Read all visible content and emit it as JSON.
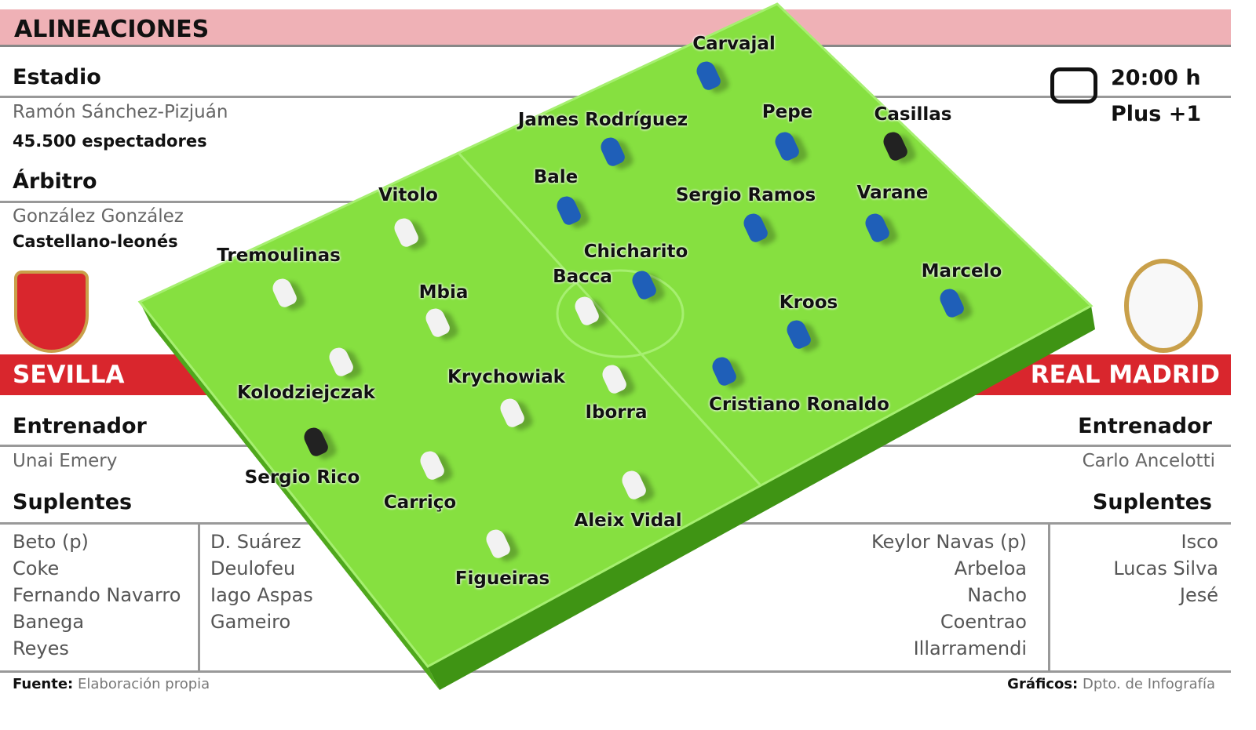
{
  "title": "ALINEACIONES",
  "stadium": {
    "label": "Estadio",
    "name": "Ramón Sánchez-Pizjuán",
    "capacity": "45.500 espectadores"
  },
  "referee": {
    "label": "Árbitro",
    "name": "González González",
    "origin": "Castellano-leonés"
  },
  "broadcast": {
    "time": "20:00 h",
    "channel": "Plus +1",
    "icon": "tv-icon"
  },
  "home": {
    "name": "SEVILLA",
    "coach_label": "Entrenador",
    "coach": "Unai Emery",
    "subs_label": "Suplentes",
    "subs": [
      "Beto (p)",
      "Coke",
      "Fernando Navarro",
      "Banega",
      "Reyes",
      "D. Suárez",
      "Deulofeu",
      "Iago Aspas",
      "Gameiro"
    ],
    "players": [
      "Vitolo",
      "Tremoulinas",
      "Mbia",
      "Bacca",
      "Kolodziejczak",
      "Krychowiak",
      "Iborra",
      "Sergio Rico",
      "Carriço",
      "Aleix Vidal",
      "Figueiras"
    ],
    "color": "#f2f2f2"
  },
  "away": {
    "name": "REAL MADRID",
    "coach_label": "Entrenador",
    "coach": "Carlo Ancelotti",
    "subs_label": "Suplentes",
    "subs": [
      "Keylor Navas (p)",
      "Arbeloa",
      "Nacho",
      "Coentrao",
      "Illarramendi",
      "Isco",
      "Lucas Silva",
      "Jesé"
    ],
    "players": [
      "Carvajal",
      "James Rodríguez",
      "Pepe",
      "Casillas",
      "Bale",
      "Sergio Ramos",
      "Varane",
      "Chicharito",
      "Marcelo",
      "Kroos",
      "Cristiano Ronaldo"
    ],
    "color": "#1f5fb8"
  },
  "goalkeeper_color": "#222222",
  "footer": {
    "source_label": "Fuente:",
    "source": "Elaboración propia",
    "graphics_label": "Gráficos:",
    "graphics": "Dpto. de Infografía"
  }
}
